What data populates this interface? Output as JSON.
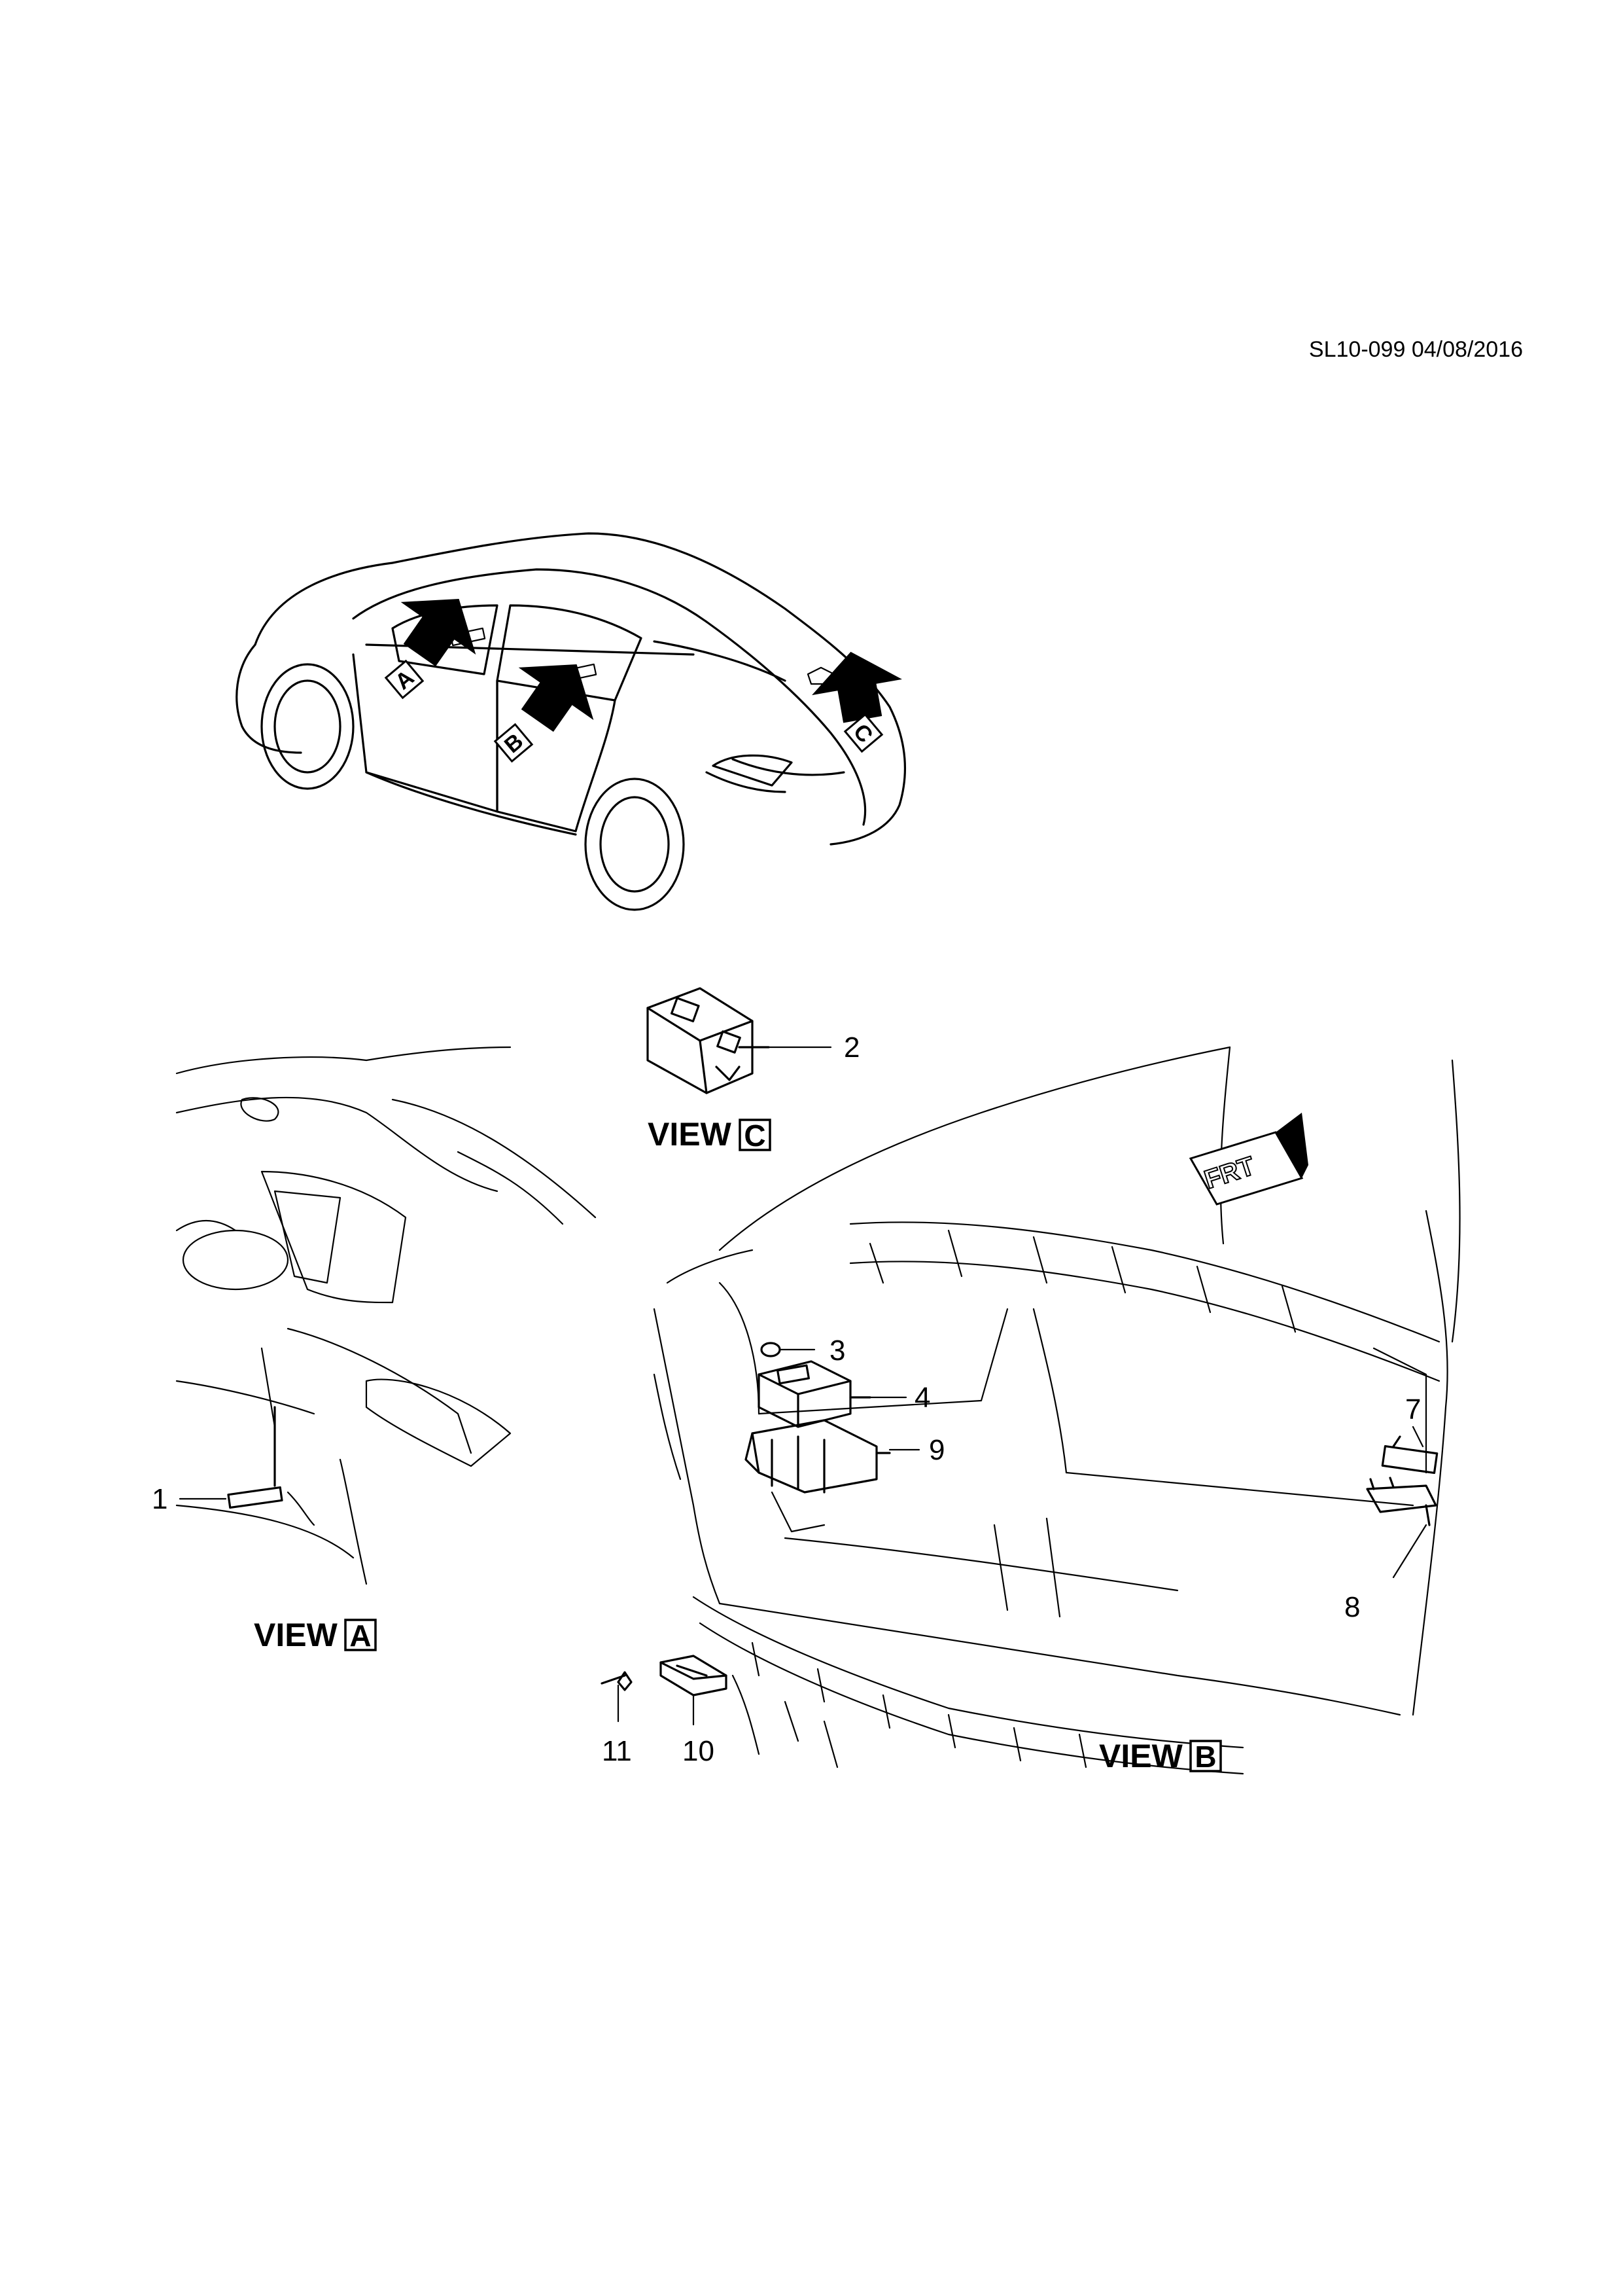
{
  "document": {
    "reference": "SL10-099 04/08/2016"
  },
  "overview": {
    "arrow_labels": [
      "A",
      "B",
      "C"
    ]
  },
  "views": {
    "view_a": {
      "word": "VIEW",
      "letter": "A"
    },
    "view_b": {
      "word": "VIEW",
      "letter": "B"
    },
    "view_c": {
      "word": "VIEW",
      "letter": "C"
    }
  },
  "orientation_marker": "FRT",
  "callouts": [
    "1",
    "2",
    "3",
    "4",
    "7",
    "8",
    "9",
    "10",
    "11"
  ]
}
